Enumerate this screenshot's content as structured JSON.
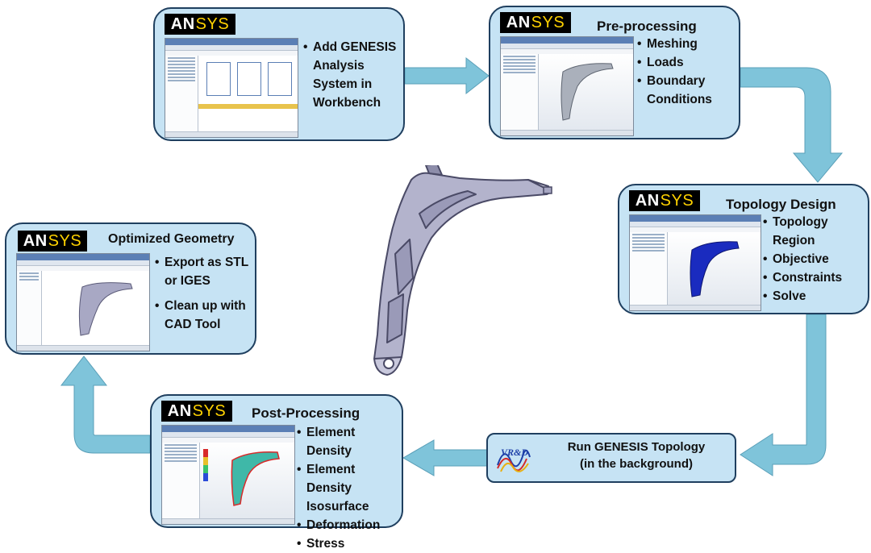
{
  "logo": {
    "ans": "AN",
    "sys": "SYS"
  },
  "box1": {
    "items": [
      "Add GENESIS Analysis System in Workbench"
    ]
  },
  "box2": {
    "title": "Pre-processing",
    "items": [
      "Meshing",
      "Loads",
      "Boundary Conditions"
    ]
  },
  "box3": {
    "title": "Topology Design",
    "items": [
      "Topology Region",
      "Objective",
      "Constraints",
      "Solve"
    ]
  },
  "box4": {
    "line1": "Run GENESIS Topology",
    "line2": "(in the background)",
    "logo_text": "VR&D"
  },
  "box5": {
    "title": "Post-Processing",
    "items": [
      "Element Density",
      "Element Density Isosurface",
      "Deformation",
      "Stress"
    ]
  },
  "box6": {
    "title": "Optimized Geometry",
    "items": [
      "Export as STL or IGES",
      "Clean up with CAD Tool"
    ]
  },
  "colors": {
    "box_fill": "#c6e3f4",
    "box_border": "#1f3f5f",
    "arrow": "#7fc4da",
    "part": "#b3b3cc",
    "accent_yellow": "#ffd200"
  }
}
